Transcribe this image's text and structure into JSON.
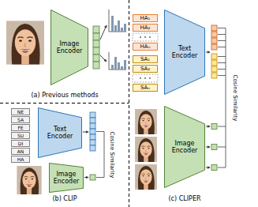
{
  "diagram": {
    "nodes": [
      {
        "text": [
          "Image Encoder"
        ]
      },
      {
        "text": [
          "NE"
        ]
      },
      {
        "text": [
          "SA"
        ]
      },
      {
        "text": [
          "FE"
        ]
      },
      {
        "text": [
          "SU"
        ]
      },
      {
        "text": [
          "DI"
        ]
      },
      {
        "text": [
          "AN"
        ]
      },
      {
        "text": [
          "HA"
        ]
      },
      {
        "text": [
          "Text Encoder"
        ]
      },
      {
        "text": [
          "Image Encoder"
        ]
      },
      {
        "text": [
          "HA₁"
        ]
      },
      {
        "text": [
          "HA₂"
        ]
      },
      {
        "text": [
          "HAₙ"
        ]
      },
      {
        "text": [
          "SA₁"
        ]
      },
      {
        "text": [
          "SA₂"
        ]
      },
      {
        "text": [
          "SAₙ"
        ]
      },
      {
        "text": [
          "Text Encoder"
        ]
      },
      {
        "text": [
          "Image Encoder"
        ]
      }
    ],
    "labels": [
      "(a) Previous methods",
      "Cosine Similarity",
      "(b) CLIP",
      "Cosine Similarity",
      "(c) CLIPER"
    ]
  }
}
